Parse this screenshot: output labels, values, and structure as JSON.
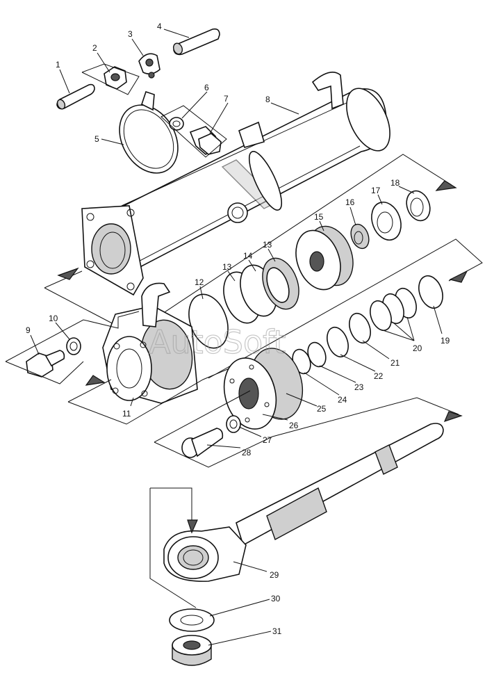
{
  "watermark": "AutoSoft",
  "callouts": [
    {
      "id": "1",
      "text": "1"
    },
    {
      "id": "2",
      "text": "2"
    },
    {
      "id": "3",
      "text": "3"
    },
    {
      "id": "4",
      "text": "4"
    },
    {
      "id": "5",
      "text": "5"
    },
    {
      "id": "6",
      "text": "6"
    },
    {
      "id": "7",
      "text": "7"
    },
    {
      "id": "8",
      "text": "8"
    },
    {
      "id": "9",
      "text": "9"
    },
    {
      "id": "10",
      "text": "10"
    },
    {
      "id": "11",
      "text": "11"
    },
    {
      "id": "12",
      "text": "12"
    },
    {
      "id": "13a",
      "text": "13"
    },
    {
      "id": "13b",
      "text": "13"
    },
    {
      "id": "14",
      "text": "14"
    },
    {
      "id": "15",
      "text": "15"
    },
    {
      "id": "16",
      "text": "16"
    },
    {
      "id": "17",
      "text": "17"
    },
    {
      "id": "18",
      "text": "18"
    },
    {
      "id": "19",
      "text": "19"
    },
    {
      "id": "20",
      "text": "20"
    },
    {
      "id": "21",
      "text": "21"
    },
    {
      "id": "22",
      "text": "22"
    },
    {
      "id": "23",
      "text": "23"
    },
    {
      "id": "24",
      "text": "24"
    },
    {
      "id": "25",
      "text": "25"
    },
    {
      "id": "26",
      "text": "26"
    },
    {
      "id": "27",
      "text": "27"
    },
    {
      "id": "28",
      "text": "28"
    },
    {
      "id": "29",
      "text": "29"
    },
    {
      "id": "30",
      "text": "30"
    },
    {
      "id": "31",
      "text": "31"
    }
  ]
}
